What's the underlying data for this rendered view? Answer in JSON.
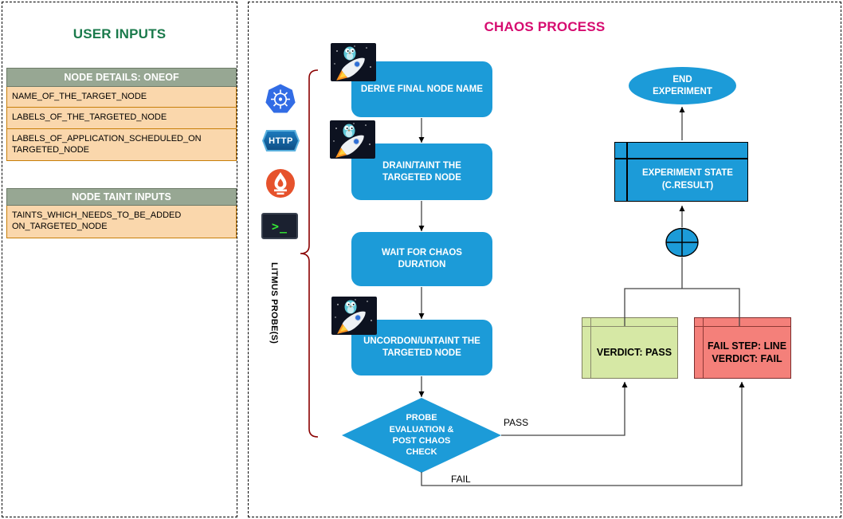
{
  "left_panel": {
    "title": "USER INPUTS",
    "node_details": {
      "header": "NODE DETAILS: ONEOF",
      "rows": [
        "NAME_OF_THE_TARGET_NODE",
        "LABELS_OF_THE_TARGETED_NODE",
        "LABELS_OF_APPLICATION_SCHEDULED_ON TARGETED_NODE"
      ]
    },
    "node_taint": {
      "header": "NODE TAINT INPUTS",
      "rows": [
        "TAINTS_WHICH_NEEDS_TO_BE_ADDED ON_TARGETED_NODE"
      ]
    }
  },
  "chaos_panel": {
    "title": "CHAOS PROCESS",
    "probes_label": "LITMUS PROBE(S)",
    "http_badge_text": "HTTP",
    "terminal_prompt": ">_",
    "icons": [
      "kubernetes-icon",
      "http-probe-icon",
      "prometheus-icon",
      "terminal-probe-icon",
      "rocket-icon"
    ],
    "steps": {
      "derive": "DERIVE FINAL NODE NAME",
      "drain": "DRAIN/TAINT THE TARGETED NODE",
      "wait": "WAIT FOR CHAOS DURATION",
      "uncordon": "UNCORDON/UNTAINT THE TARGETED NODE",
      "probe_check": "PROBE EVALUATION & POST CHAOS CHECK",
      "verdict_pass": "VERDICT: PASS",
      "fail_step": "FAIL STEP: LINE VERDICT: FAIL",
      "experiment_state": "EXPERIMENT STATE (C.RESULT)",
      "end": "END EXPERIMENT"
    },
    "edge_labels": {
      "pass": "PASS",
      "fail": "FAIL"
    }
  },
  "colors": {
    "process_blue": "#1c9bd8",
    "title_green": "#1a7a4b",
    "title_pink": "#d60c70",
    "table_header_bg": "#97a793",
    "table_row_bg": "#fad7ac",
    "table_row_border": "#c87f0a",
    "pass_fill": "#d6e8a5",
    "fail_fill": "#f4807a",
    "brace_red": "#8b0000",
    "kubernetes_blue": "#326ce5",
    "prometheus_orange": "#e6522c"
  }
}
